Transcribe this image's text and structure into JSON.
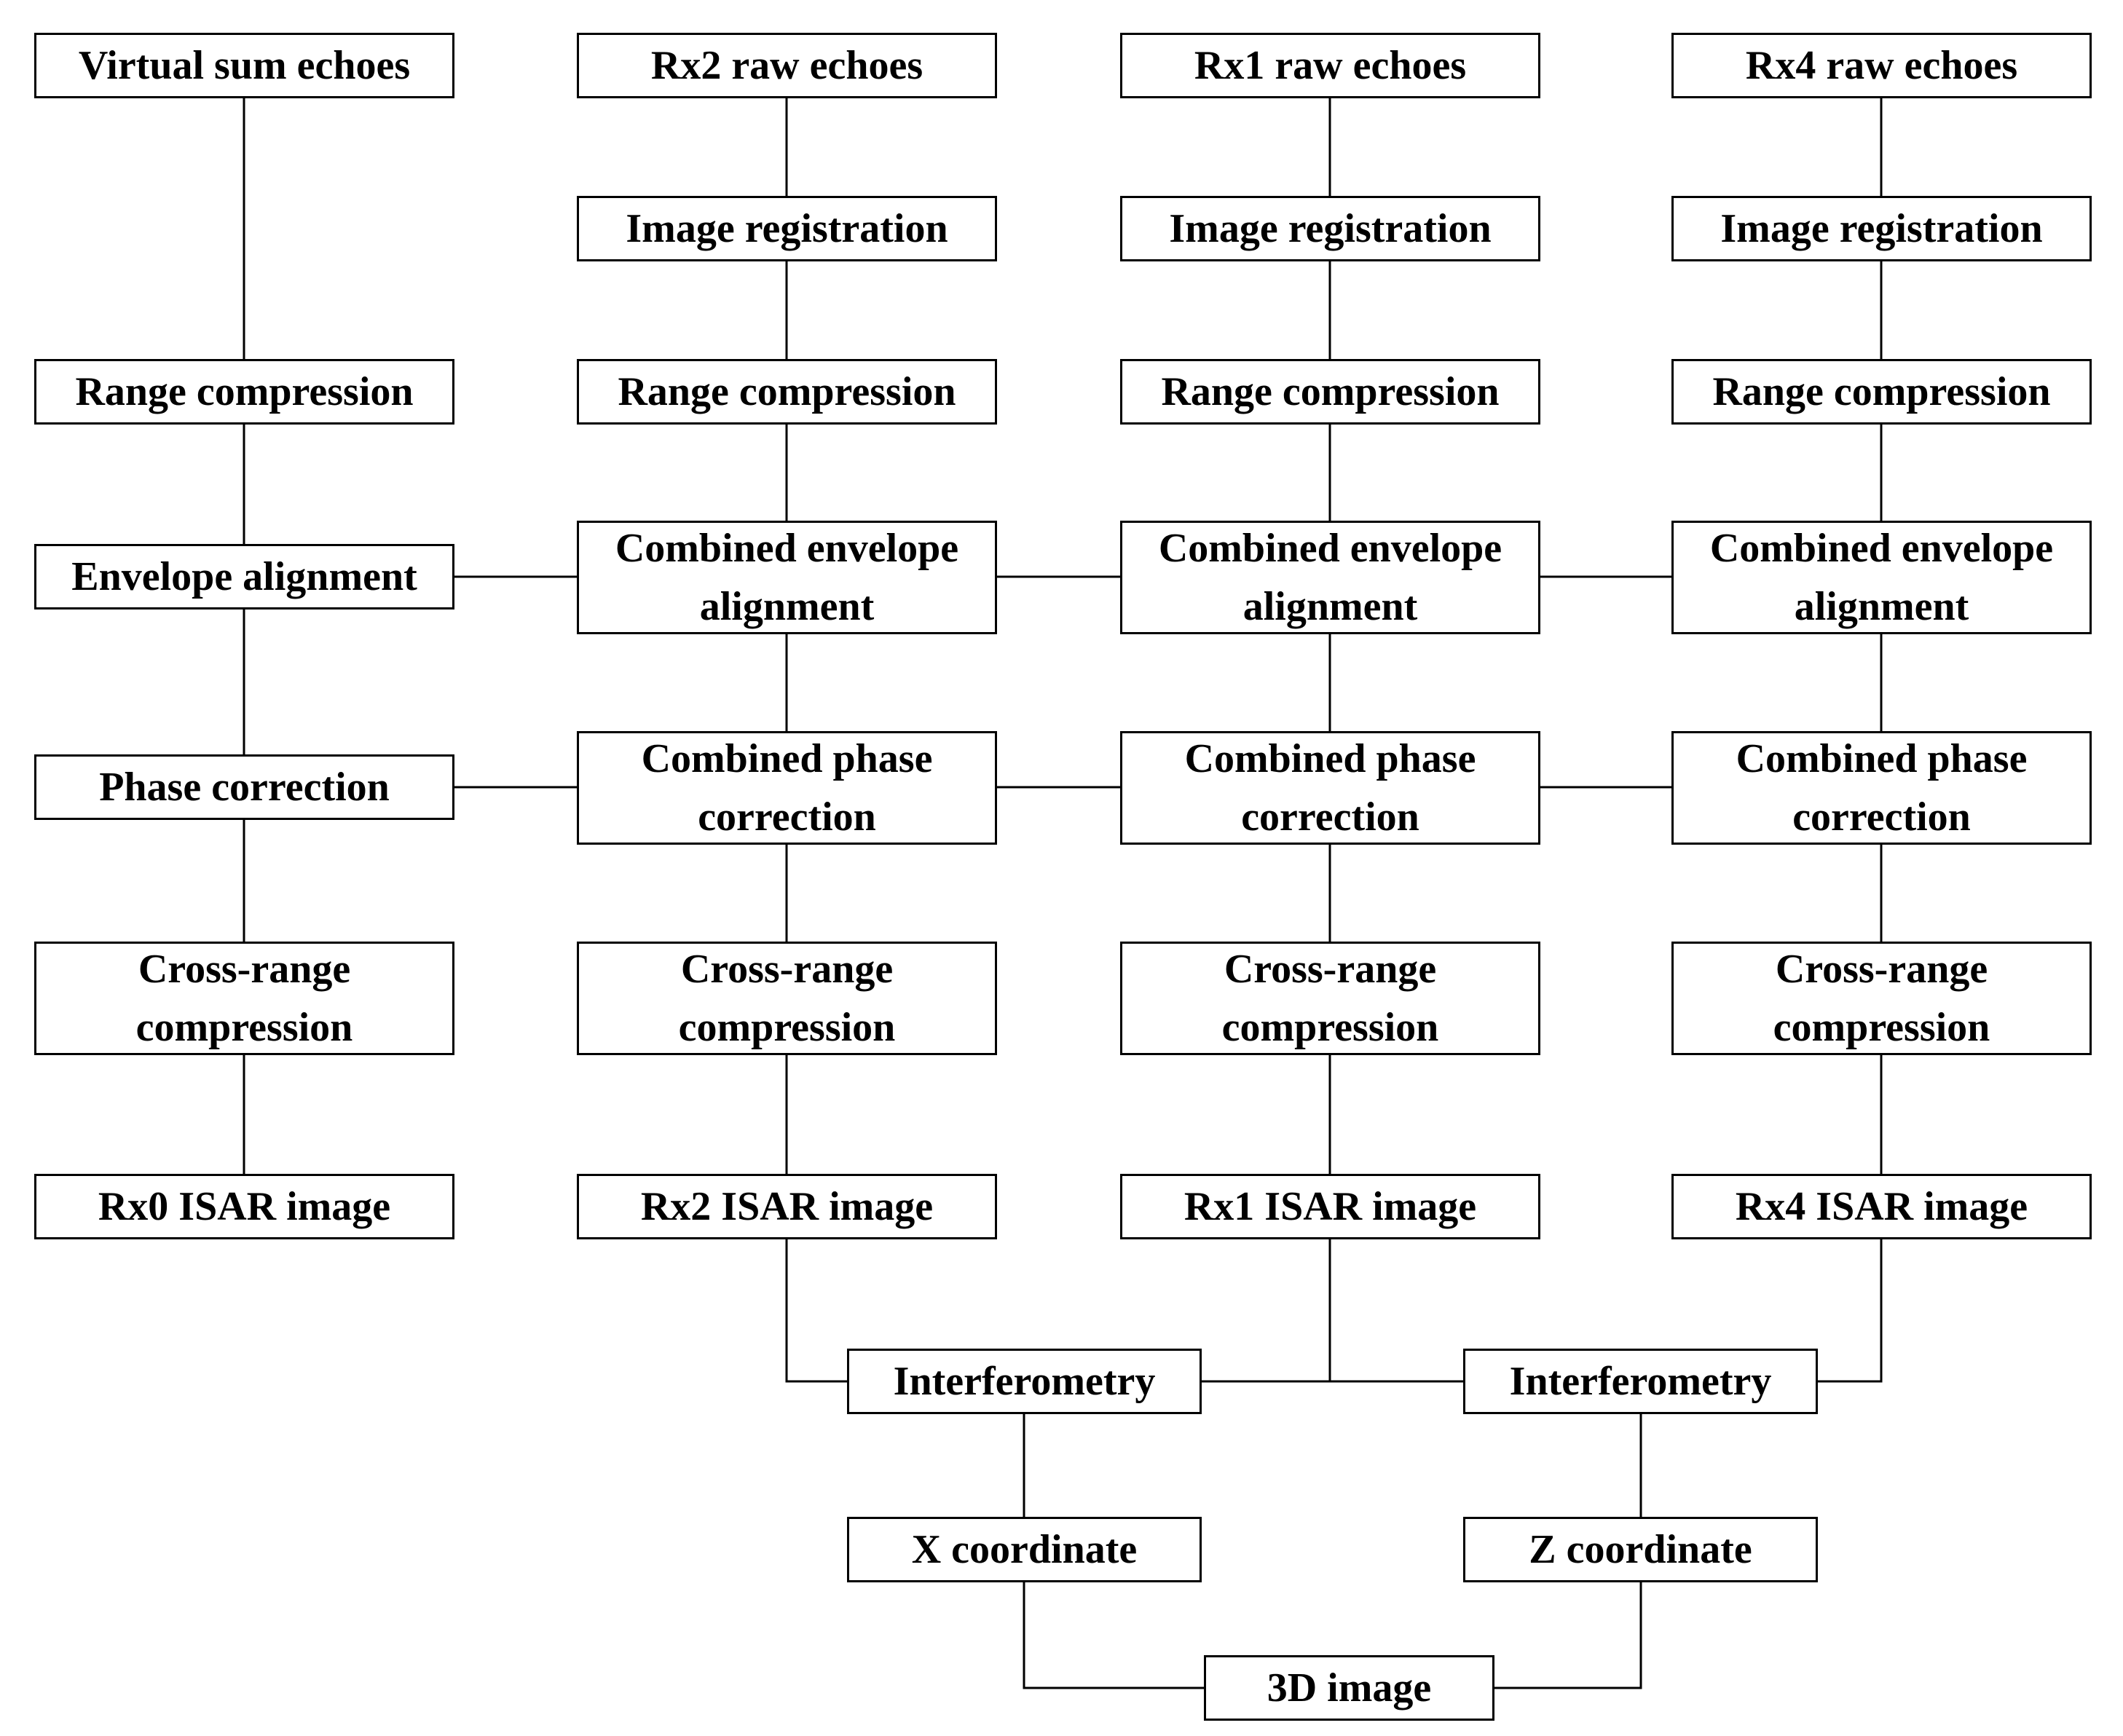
{
  "nodes": {
    "virtual_sum_echoes": "Virtual sum echoes",
    "rx2_raw_echoes": "Rx2 raw echoes",
    "rx1_raw_echoes": "Rx1 raw echoes",
    "rx4_raw_echoes": "Rx4 raw echoes",
    "rx2_image_registration": "Image registration",
    "rx1_image_registration": "Image registration",
    "rx4_image_registration": "Image registration",
    "rx0_range_compression": "Range compression",
    "rx2_range_compression": "Range compression",
    "rx1_range_compression": "Range compression",
    "rx4_range_compression": "Range compression",
    "rx0_envelope_alignment": "Envelope alignment",
    "rx2_combined_envelope_alignment": [
      "Combined envelope",
      "alignment"
    ],
    "rx1_combined_envelope_alignment": [
      "Combined envelope",
      "alignment"
    ],
    "rx4_combined_envelope_alignment": [
      "Combined envelope",
      "alignment"
    ],
    "rx0_phase_correction": "Phase correction",
    "rx2_combined_phase_correction": [
      "Combined phase",
      "correction"
    ],
    "rx1_combined_phase_correction": [
      "Combined phase",
      "correction"
    ],
    "rx4_combined_phase_correction": [
      "Combined phase",
      "correction"
    ],
    "rx0_cross_range_compression": [
      "Cross-range",
      "compression"
    ],
    "rx2_cross_range_compression": [
      "Cross-range",
      "compression"
    ],
    "rx1_cross_range_compression": [
      "Cross-range",
      "compression"
    ],
    "rx4_cross_range_compression": [
      "Cross-range",
      "compression"
    ],
    "rx0_isar_image": "Rx0 ISAR image",
    "rx2_isar_image": "Rx2 ISAR image",
    "rx1_isar_image": "Rx1 ISAR image",
    "rx4_isar_image": "Rx4 ISAR image",
    "interferometry_x": "Interferometry",
    "interferometry_z": "Interferometry",
    "x_coordinate": "X coordinate",
    "z_coordinate": "Z coordinate",
    "image_3d": "3D image"
  }
}
